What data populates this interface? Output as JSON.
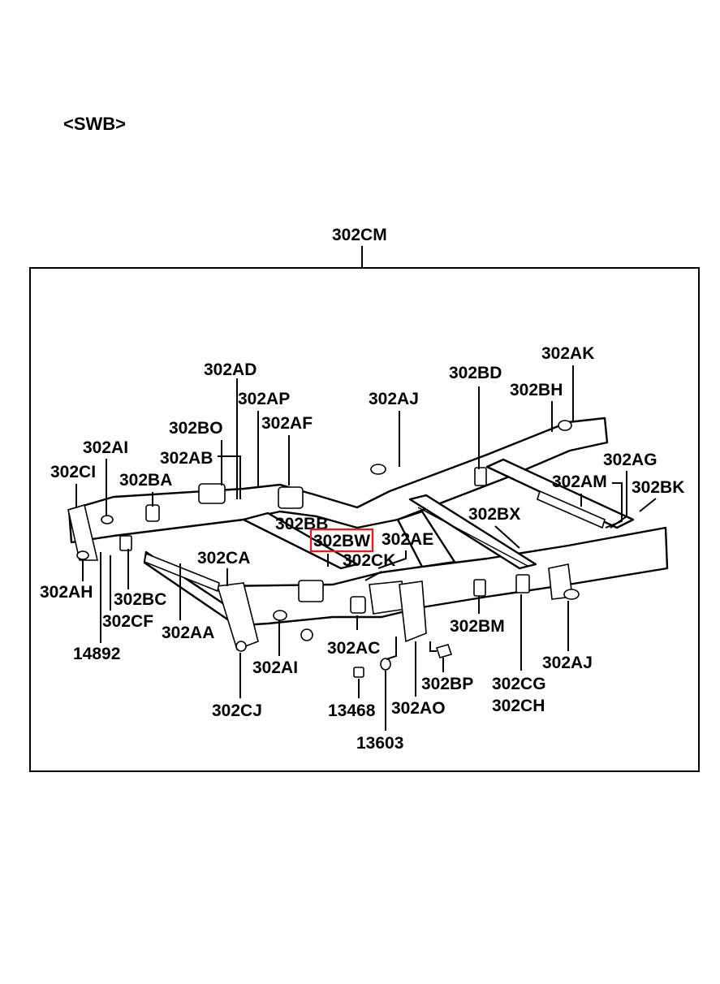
{
  "variant_label": "<SWB>",
  "assembly_label": "302CM",
  "highlighted": "302BW",
  "colors": {
    "highlight": "#e02020",
    "line": "#000000",
    "background": "#ffffff"
  },
  "callouts": {
    "ad": "302AD",
    "ap": "302AP",
    "af": "302AF",
    "bo": "302BO",
    "ai_left": "302AI",
    "ab": "302AB",
    "ci": "302CI",
    "ba": "302BA",
    "aj_top": "302AJ",
    "bd": "302BD",
    "bh": "302BH",
    "ak": "302AK",
    "ag": "302AG",
    "am": "302AM",
    "bk": "302BK",
    "bb": "302BB",
    "bw": "302BW",
    "ae": "302AE",
    "bx": "302BX",
    "ck": "302CK",
    "ca": "302CA",
    "ah": "302AH",
    "bc": "302BC",
    "cf": "302CF",
    "aa": "302AA",
    "p14892": "14892",
    "ac": "302AC",
    "bm": "302BM",
    "aj_right": "302AJ",
    "ai_front": "302AI",
    "bp": "302BP",
    "cg": "302CG",
    "ch": "302CH",
    "cj": "302CJ",
    "p13468": "13468",
    "ao": "302AO",
    "p13603": "13603"
  }
}
